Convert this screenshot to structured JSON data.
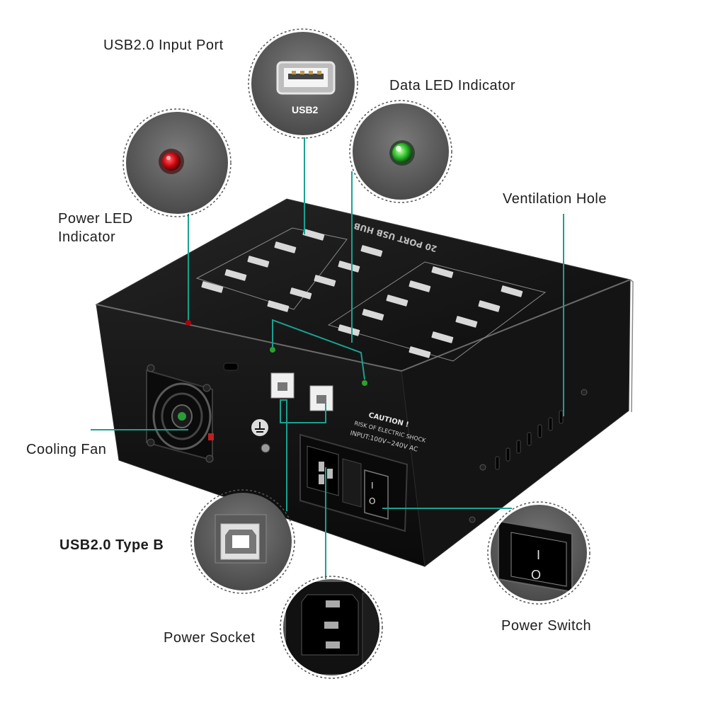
{
  "labels": {
    "usb_input": "USB2.0 Input Port",
    "data_led": "Data LED Indicator",
    "ventilation": "Ventilation Hole",
    "power_led_line1": "Power LED",
    "power_led_line2": "Indicator",
    "cooling_fan": "Cooling Fan",
    "usb_type_b": "USB2.0 Type B",
    "power_socket": "Power Socket",
    "power_switch": "Power Switch"
  },
  "device": {
    "top_title": "20 PORT USB HUB",
    "inset_usb_label": "USB2",
    "caution_title": "CAUTION !",
    "caution_sub": "RISK OF ELECTRIC SHOCK",
    "input_rating": "INPUT:100V~240V AC",
    "switch_on": "I",
    "switch_off": "O"
  },
  "colors": {
    "callout": "#1aa18f",
    "case": "#161616",
    "power_led": "#d10a16",
    "data_led": "#2fc12f"
  }
}
